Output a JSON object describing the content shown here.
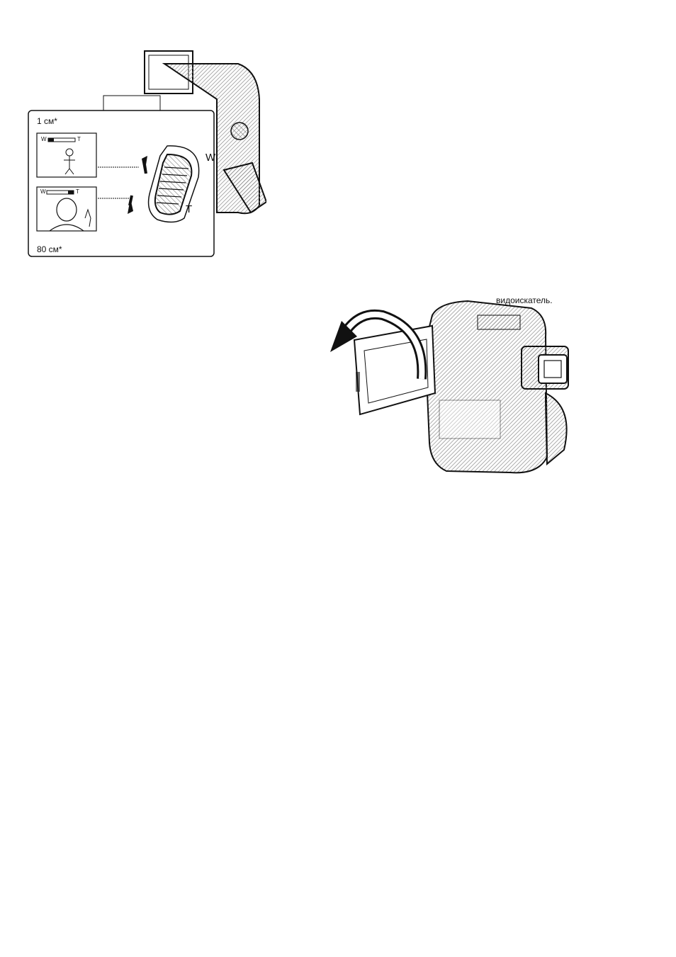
{
  "zoom_figure": {
    "near_label": "1 см*",
    "far_label": "80 см*",
    "wide_label": "W",
    "tele_label": "T",
    "mini_wide": "W",
    "mini_tele": "T"
  },
  "lcd_figure": {
    "caption": "видоискатель."
  },
  "colors": {
    "ink": "#111111",
    "hatch": "#9a9a9a",
    "paper": "#ffffff"
  }
}
